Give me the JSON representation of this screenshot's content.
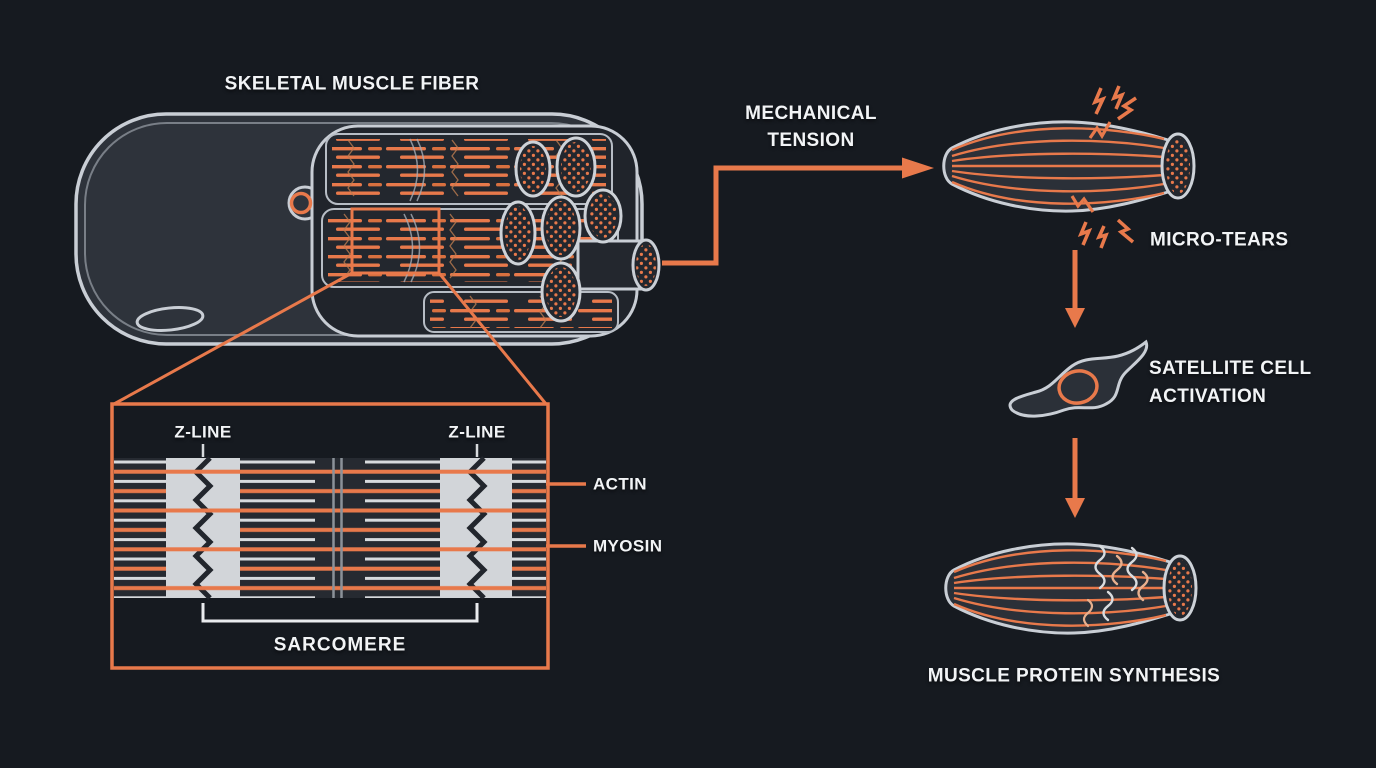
{
  "colors": {
    "background": "#161a20",
    "accent_orange": "#e8794b",
    "outline_gray": "#c9ced5",
    "muscle_fill": "#2e333b",
    "band_light": "#d2d5d9",
    "text": "#f2f4f6"
  },
  "fiber_panel": {
    "title": "SKELETAL MUSCLE FIBER"
  },
  "sarcomere_panel": {
    "z_line_left": "Z-LINE",
    "z_line_right": "Z-LINE",
    "actin_label": "ACTIN",
    "myosin_label": "MYOSIN",
    "sarcomere_label": "SARCOMERE"
  },
  "process_flow": {
    "step_tension": {
      "line1": "MECHANICAL",
      "line2": "TENSION"
    },
    "step_micro_tears": {
      "label": "MICRO-TEARS"
    },
    "step_satellite": {
      "line1": "SATELLITE CELL",
      "line2": "ACTIVATION"
    },
    "step_synthesis": {
      "label": "MUSCLE PROTEIN SYNTHESIS"
    }
  }
}
